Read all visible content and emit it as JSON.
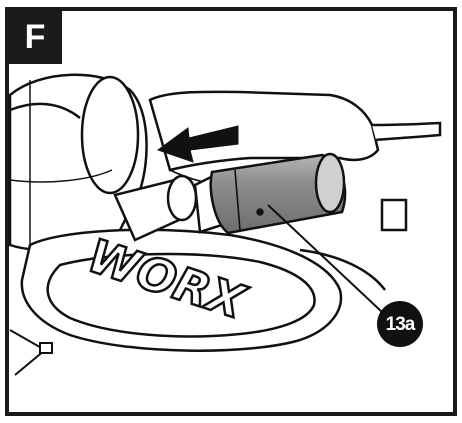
{
  "figure": {
    "panel_letter": "F",
    "callout_label": "13a",
    "brand_logo_text": "WORX",
    "arrow_direction": "left",
    "colors": {
      "ink": "#111111",
      "frame": "#1b1b1b",
      "dust_tube_fill": "#8a8a8a",
      "background": "#ffffff"
    }
  }
}
